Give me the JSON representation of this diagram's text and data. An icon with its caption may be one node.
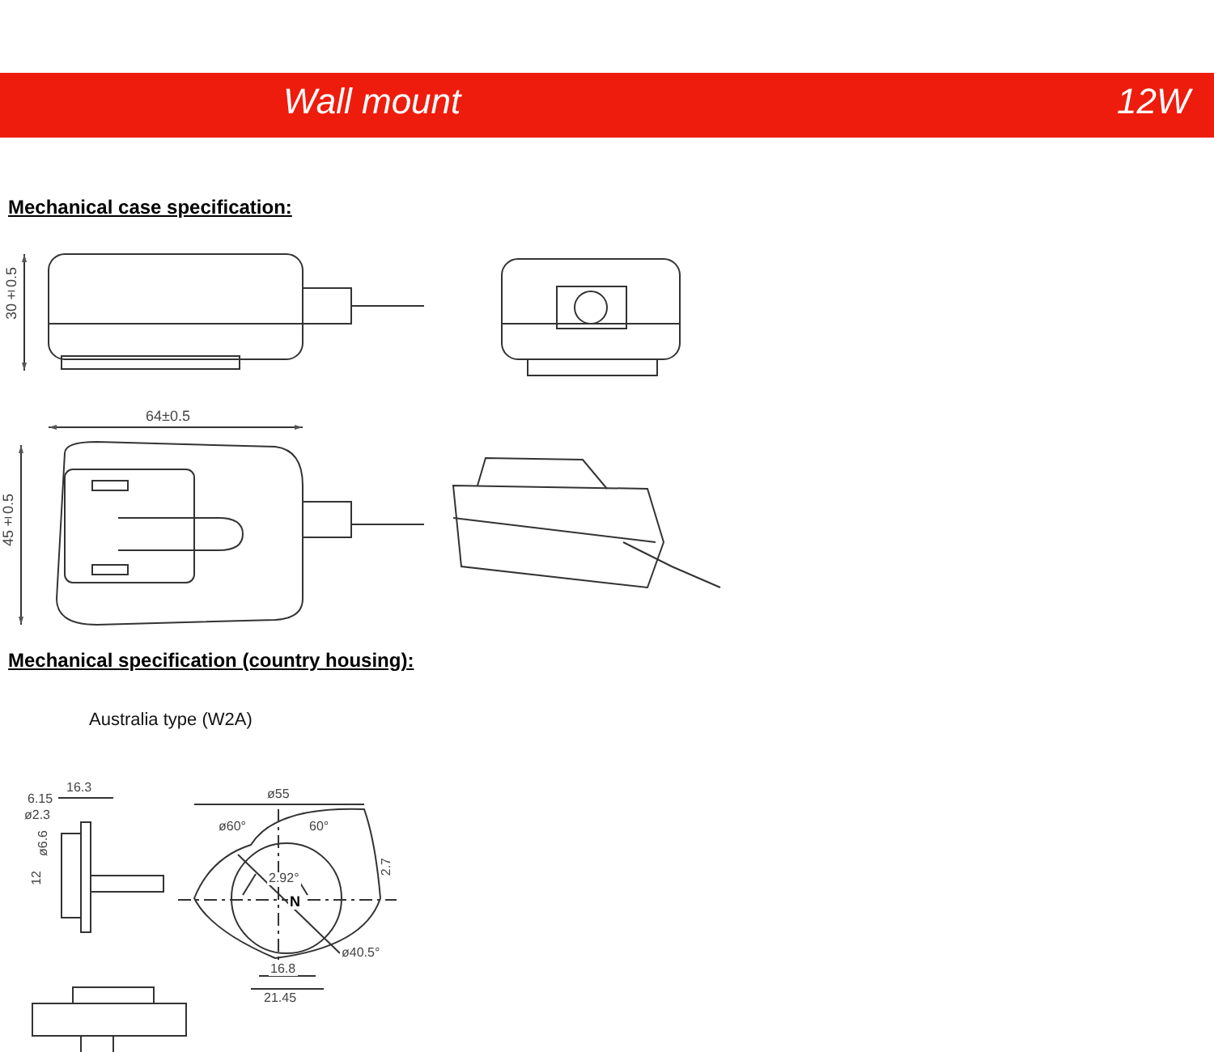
{
  "diagram": {
    "labels": [
      "Wall mount",
      "12W",
      "Mechanical case specification:",
      "30±0.5",
      "64±0.5",
      "45±0.5",
      "Mechanical specification (country housing):",
      "Australia type (W2A)",
      "16.3",
      "6.15",
      "ø2.3",
      "ø6.6",
      "12",
      "ø55",
      "ø60°",
      "60°",
      "2.7",
      "2.92°",
      "N",
      "ø40.5°",
      "16.8",
      "21.45"
    ]
  }
}
